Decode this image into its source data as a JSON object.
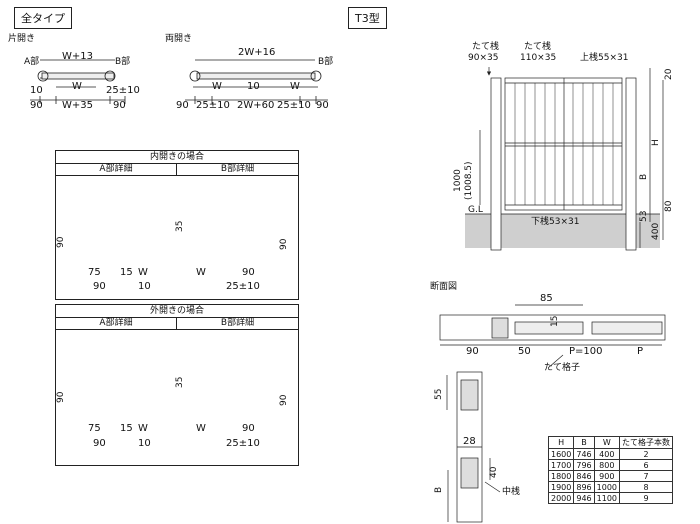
{
  "badges": {
    "all_type": "全タイプ",
    "t3": "T3型"
  },
  "single": {
    "label": "片開き",
    "a": "A部",
    "b": "B部",
    "top": "W+13",
    "mid": "W",
    "gap": "10",
    "tol": "25±10",
    "left": "90",
    "bottom": "W+35",
    "right": "90"
  },
  "double": {
    "label": "両開き",
    "b": "B部",
    "top": "2W+16",
    "w_l": "W",
    "gap": "10",
    "w_r": "W",
    "left": "90",
    "tol_l": "25±10",
    "bottom": "2W+60",
    "tol_r": "25±10",
    "right": "90"
  },
  "inward": {
    "title": "内開きの場合",
    "a_title": "A部詳細",
    "b_title": "B部詳細",
    "a_h": "90",
    "a_75": "75",
    "a_15": "15",
    "a_w": "W",
    "a_90": "90",
    "a_10": "10",
    "b_35": "35",
    "b_90": "90",
    "b_w": "W",
    "b_90b": "90",
    "b_tol": "25±10"
  },
  "outward": {
    "title": "外開きの場合",
    "a_title": "A部詳細",
    "b_title": "B部詳細",
    "a_h": "90",
    "a_75": "75",
    "a_15": "15",
    "a_w": "W",
    "a_90": "90",
    "a_10": "10",
    "b_35": "35",
    "b_90": "90",
    "b_w": "W",
    "b_90b": "90",
    "b_tol": "25±10"
  },
  "elevation": {
    "post1": "たて桟",
    "post1_size": "90×35",
    "post2": "たて桟",
    "post2_size": "110×35",
    "top_rail": "上桟55×31",
    "bottom_rail": "下桟53×31",
    "h": "H",
    "b": "B",
    "d20": "20",
    "d53": "53",
    "d80": "80",
    "d400": "400",
    "d1000": "1000",
    "d1008": "(1008.5)",
    "gl": "G.L"
  },
  "section": {
    "label": "断面図",
    "d85": "85",
    "d15": "15",
    "d90": "90",
    "d50": "50",
    "pitch": "P=100",
    "p": "P",
    "slat": "たて格子"
  },
  "sidesec": {
    "d55": "55",
    "d28": "28",
    "d40": "40",
    "b": "B",
    "mid": "中桟"
  },
  "spec_table": {
    "headers": [
      "H",
      "B",
      "W",
      "たて格子本数"
    ],
    "rows": [
      [
        "1600",
        "746",
        "400",
        "2"
      ],
      [
        "1700",
        "796",
        "800",
        "6"
      ],
      [
        "1800",
        "846",
        "900",
        "7"
      ],
      [
        "1900",
        "896",
        "1000",
        "8"
      ],
      [
        "2000",
        "946",
        "1100",
        "9"
      ]
    ]
  }
}
